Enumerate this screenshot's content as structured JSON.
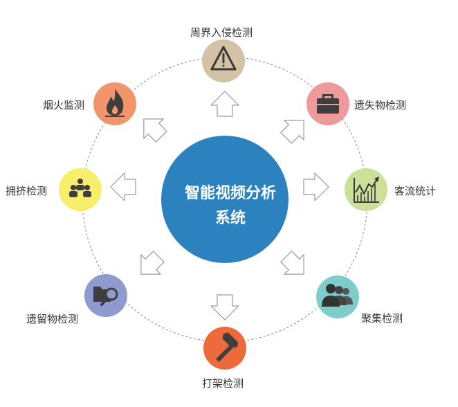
{
  "center": {
    "line1": "智能视频分析",
    "line2": "系统",
    "color": "#2b82bf"
  },
  "nodes": {
    "intrusion": {
      "label": "周界入侵检测",
      "color": "#d3c2a3",
      "icon": "warning-triangle-icon"
    },
    "lost": {
      "label": "遗失物检测",
      "color": "#ef9a9a",
      "icon": "briefcase-icon"
    },
    "traffic": {
      "label": "客流统计",
      "color": "#cde09a",
      "icon": "line-chart-icon"
    },
    "gathering": {
      "label": "聚集检测",
      "color": "#7fcdcb",
      "icon": "people-group-icon"
    },
    "fight": {
      "label": "打架检测",
      "color": "#ec6a3b",
      "icon": "hammer-icon"
    },
    "leftover": {
      "label": "遗留物检测",
      "color": "#8f9bd0",
      "icon": "folder-search-icon"
    },
    "crowd": {
      "label": "拥挤检测",
      "color": "#f7ee69",
      "icon": "crowd-icon"
    },
    "fire": {
      "label": "烟火监测",
      "color": "#f2956a",
      "icon": "flame-icon"
    }
  }
}
